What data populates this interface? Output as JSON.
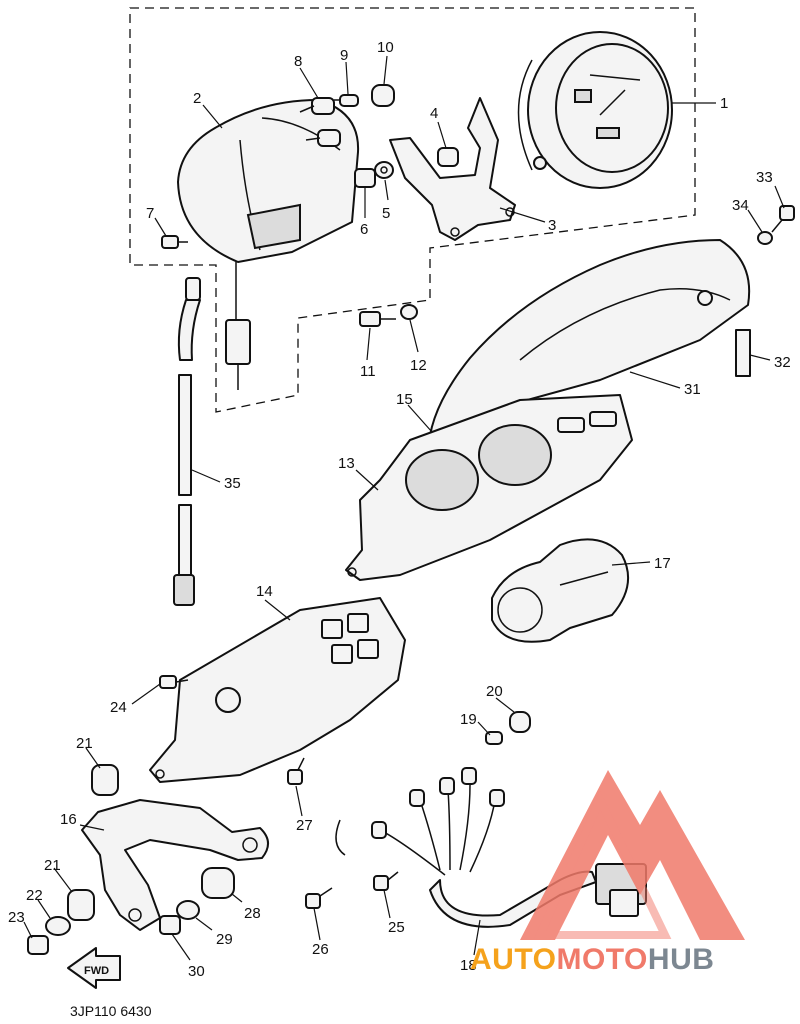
{
  "diagram": {
    "callouts": [
      "1",
      "2",
      "3",
      "4",
      "5",
      "6",
      "7",
      "8",
      "9",
      "10",
      "11",
      "12",
      "13",
      "14",
      "15",
      "16",
      "17",
      "18",
      "19",
      "20",
      "21",
      "21",
      "22",
      "23",
      "24",
      "25",
      "26",
      "27",
      "28",
      "29",
      "30",
      "31",
      "32",
      "33",
      "34",
      "35"
    ],
    "drawing_code": "3JP110 6430",
    "fwd_label": "FWD"
  },
  "watermark": {
    "part1": "AUTO",
    "part2": "MOTO",
    "part3": "HUB",
    "colors": {
      "auto": "#f5a21c",
      "moto": "#f07a6a",
      "hub": "#7c8791",
      "triangle": "#f07a6a"
    }
  }
}
